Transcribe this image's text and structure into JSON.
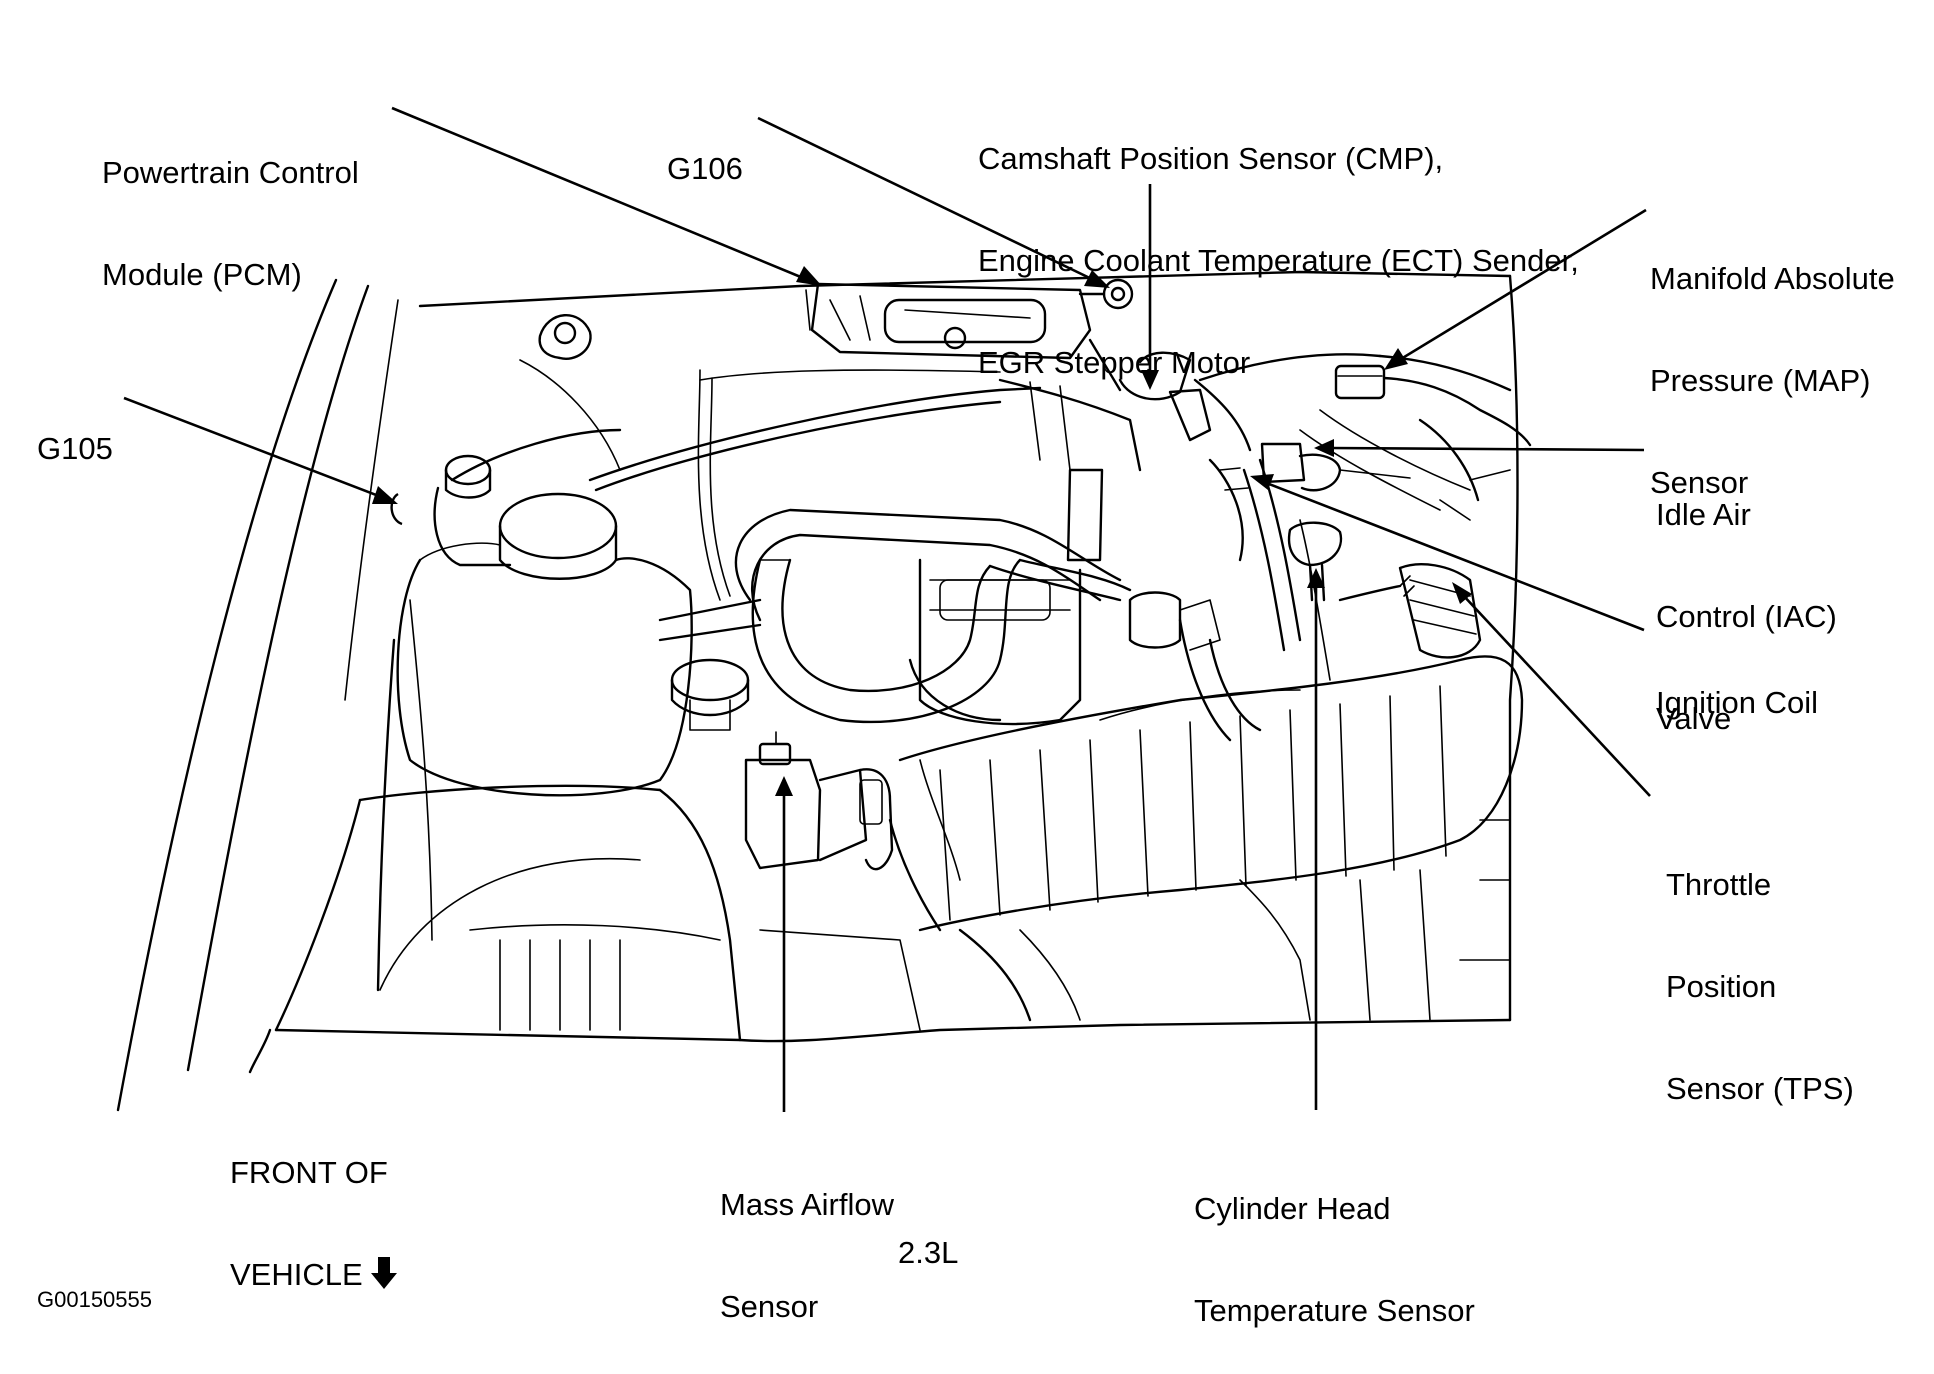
{
  "labels": {
    "pcm": [
      "Powertrain Control",
      "Module (PCM)"
    ],
    "g106": [
      "G106"
    ],
    "cmp": [
      "Camshaft Position Sensor (CMP),",
      "Engine Coolant Temperature (ECT) Sender,",
      "EGR Stepper Motor"
    ],
    "map": [
      "Manifold Absolute",
      "Pressure (MAP)",
      "Sensor"
    ],
    "g105": [
      "G105"
    ],
    "iac": [
      "Idle Air",
      "Control (IAC)",
      "Valve"
    ],
    "ignition_coil": [
      "Ignition Coil"
    ],
    "tps": [
      "Throttle",
      "Position",
      "Sensor (TPS)"
    ],
    "front_of_vehicle": [
      "FRONT OF",
      "VEHICLE"
    ],
    "maf": [
      "Mass Airflow",
      "Sensor"
    ],
    "chts": [
      "Cylinder Head",
      "Temperature Sensor"
    ]
  },
  "engine_label": "2.3L",
  "figure_code": "G00150555",
  "colors": {
    "ink": "#000000",
    "paper": "#ffffff"
  },
  "icons": {
    "front_direction": "down-arrow-icon"
  }
}
